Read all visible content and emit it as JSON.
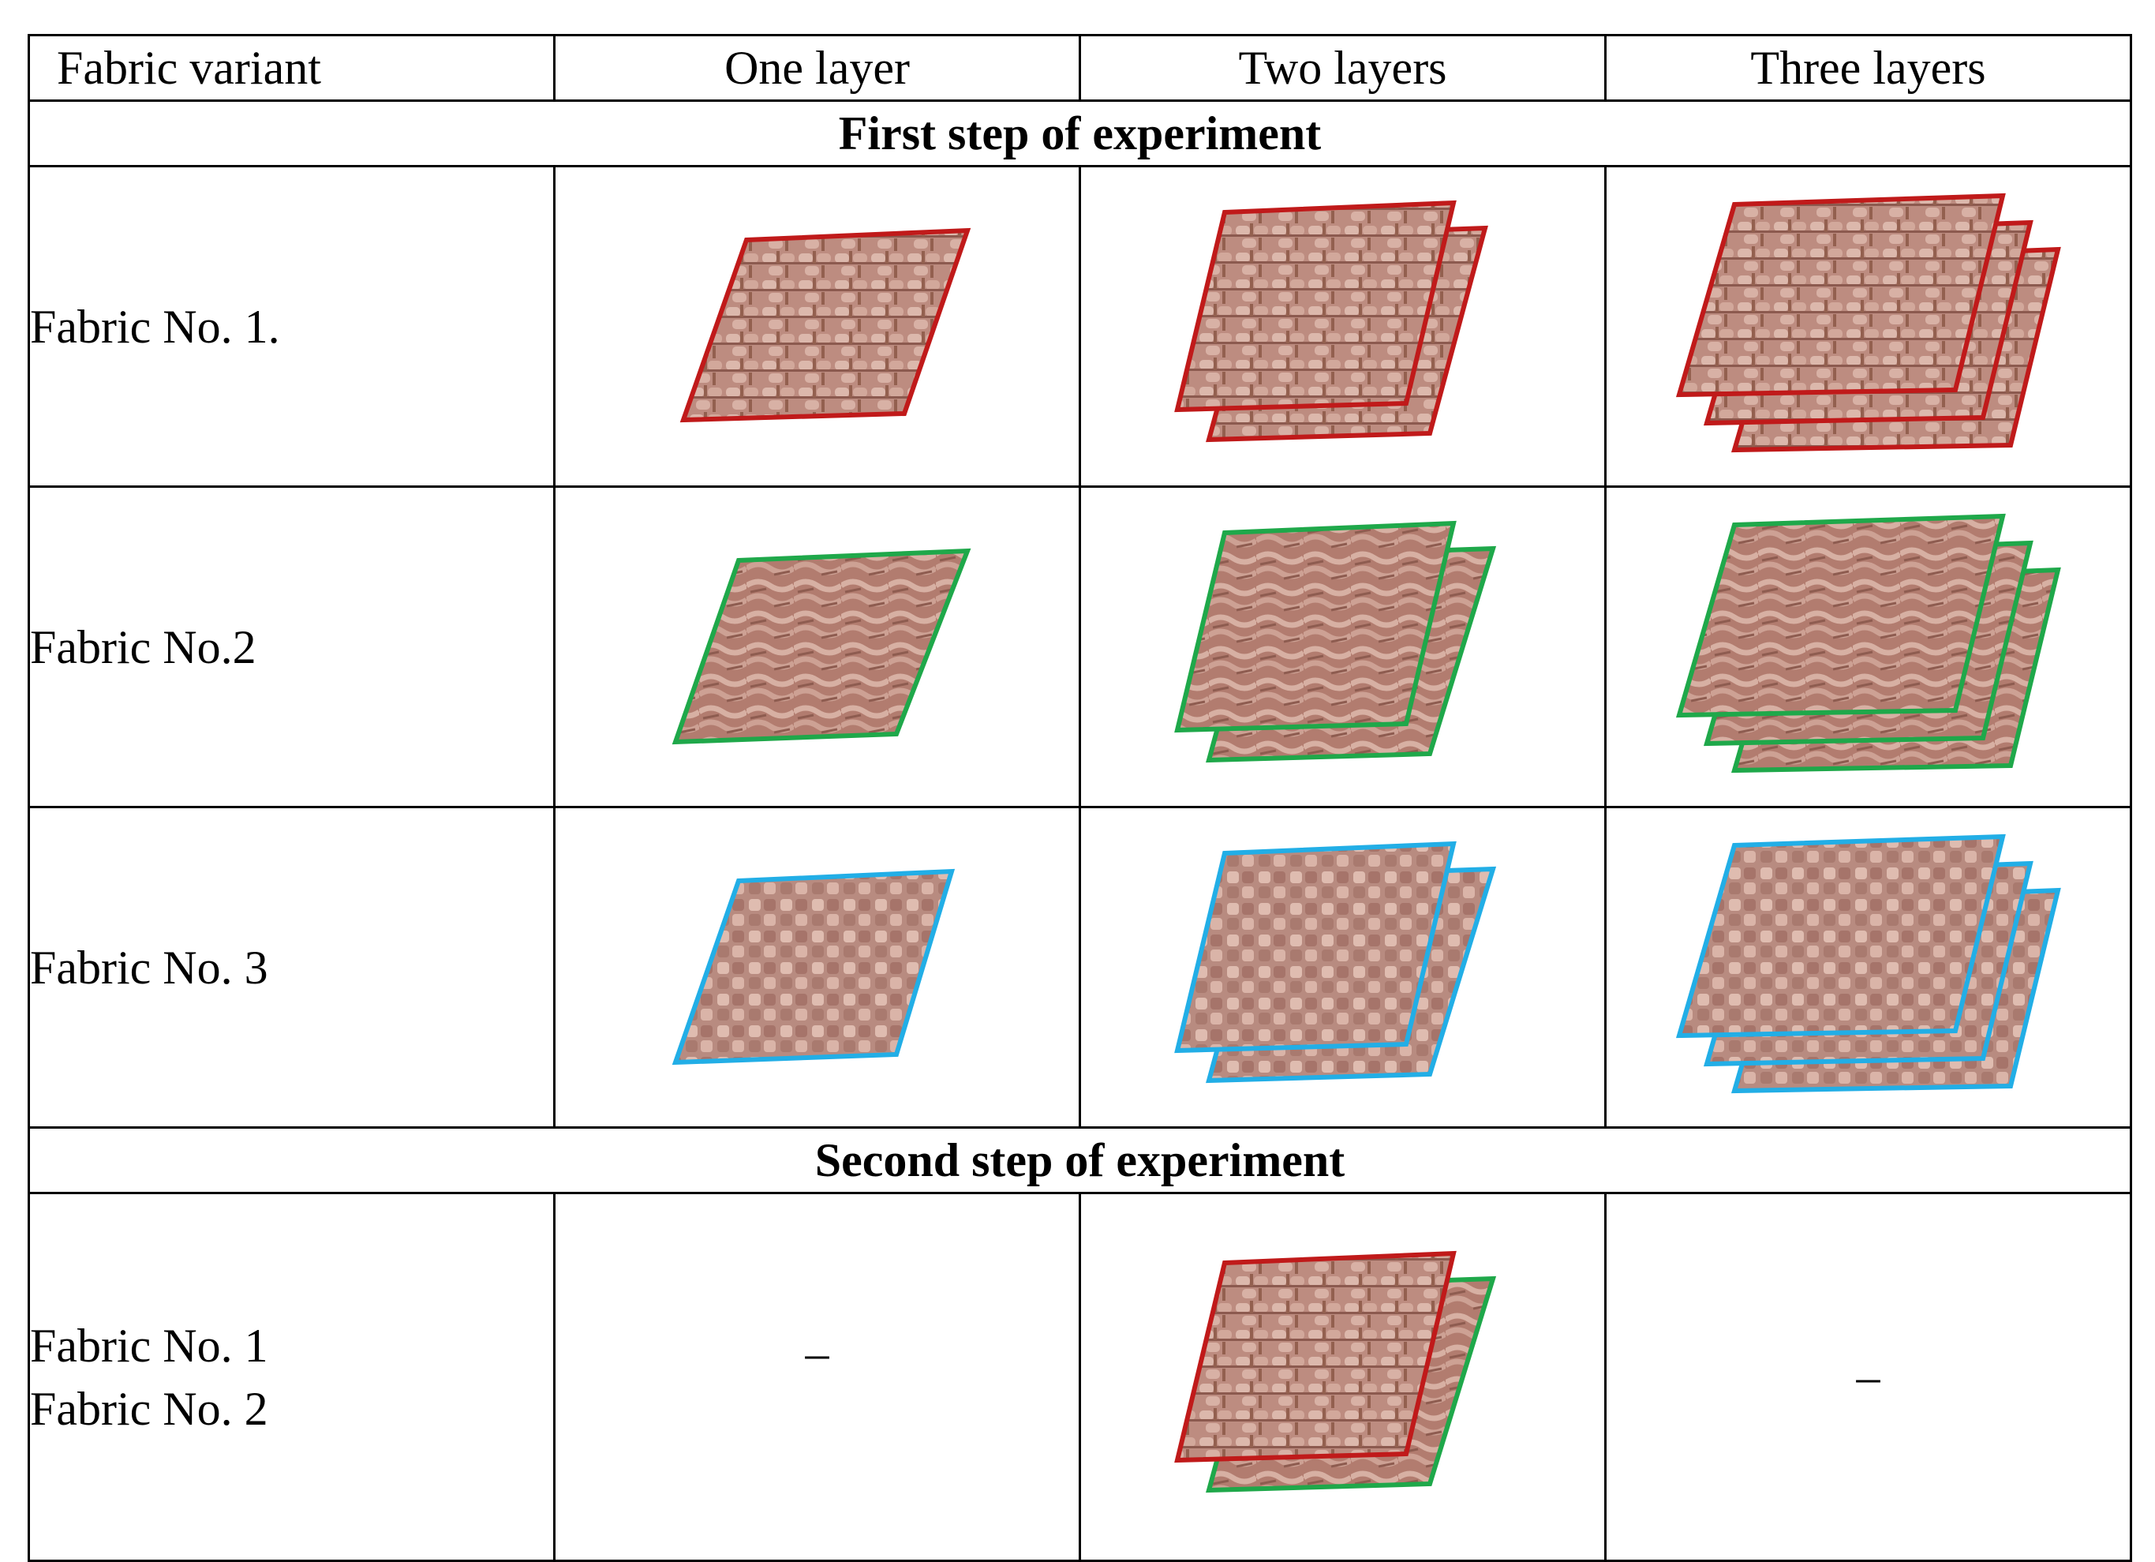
{
  "columns": [
    "Fabric variant",
    "One layer",
    "Two layers",
    "Three layers"
  ],
  "steps": {
    "first": "First step of experiment",
    "second": "Second step of experiment"
  },
  "rows": [
    {
      "label": "Fabric No. 1.",
      "border": "#c01a1a",
      "texture": "weave-a"
    },
    {
      "label": "Fabric No.2",
      "border": "#1fa84a",
      "texture": "weave-b"
    },
    {
      "label": "Fabric No. 3",
      "border": "#22aee6",
      "texture": "weave-c"
    }
  ],
  "second_step": {
    "label_lines": [
      "Fabric No. 1",
      "Fabric No. 2"
    ],
    "one_layer": "–",
    "three_layers": "–",
    "two_layers_borders": [
      "#c01a1a",
      "#1fa84a"
    ]
  },
  "colors": {
    "fabric_1_border": "#c01a1a",
    "fabric_2_border": "#1fa84a",
    "fabric_3_border": "#22aee6",
    "fabric_base": "#b98578"
  }
}
